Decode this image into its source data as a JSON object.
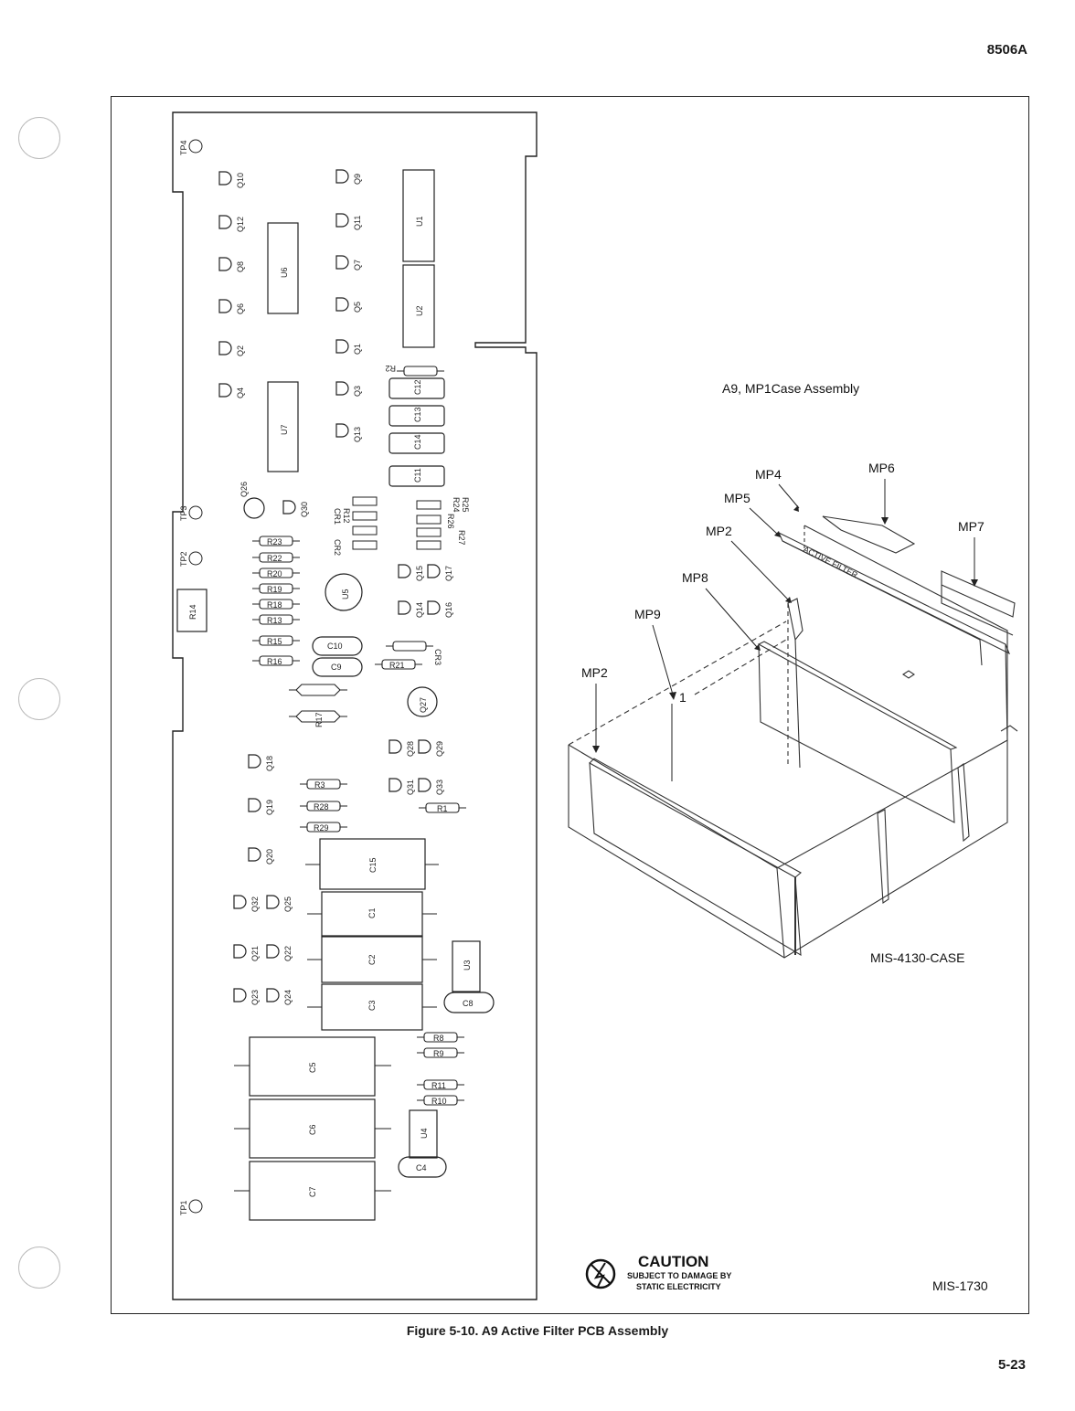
{
  "header": {
    "doc_id": "8506A"
  },
  "footer": {
    "page_number": "5-23",
    "caption": "Figure 5-10. A9 Active Filter PCB Assembly"
  },
  "pcb": {
    "test_points": [
      "TP4",
      "TP3",
      "TP2",
      "TP1"
    ],
    "transistors": [
      "Q10",
      "Q12",
      "Q8",
      "Q6",
      "Q2",
      "Q4",
      "Q9",
      "Q11",
      "Q7",
      "Q5",
      "Q1",
      "Q3",
      "Q13",
      "Q26",
      "Q30",
      "Q15",
      "Q17",
      "Q14",
      "Q16",
      "Q27",
      "Q28",
      "Q29",
      "Q31",
      "Q33",
      "Q18",
      "Q19",
      "Q20",
      "Q32",
      "Q25",
      "Q21",
      "Q22",
      "Q23",
      "Q24"
    ],
    "ics": [
      "U6",
      "U7",
      "U1",
      "U2",
      "U5",
      "U3",
      "U4"
    ],
    "resistors": [
      "R2",
      "R23",
      "R22",
      "R20",
      "R19",
      "R18",
      "R13",
      "R15",
      "R16",
      "R14",
      "R17",
      "R21",
      "R3",
      "R28",
      "R29",
      "R1",
      "R8",
      "R9",
      "R11",
      "R10",
      "R27",
      "R24",
      "R25",
      "R26",
      "R12"
    ],
    "capacitors": [
      "C12",
      "C13",
      "C14",
      "C11",
      "C10",
      "C9",
      "C15",
      "C1",
      "C2",
      "C3",
      "C5",
      "C6",
      "C7",
      "C8",
      "C4"
    ],
    "diodes": [
      "CR1",
      "CR2",
      "CR3"
    ]
  },
  "case_assembly": {
    "title": "A9, MP1Case Assembly",
    "parts": [
      "MP4",
      "MP6",
      "MP5",
      "MP7",
      "MP2",
      "MP8",
      "MP9",
      "MP2"
    ],
    "panel_label": "ACTIVE FILTER",
    "callout_1": "1",
    "drawing_id": "MIS-4130-CASE"
  },
  "caution": {
    "title": "CAUTION",
    "line1": "SUBJECT TO DAMAGE BY",
    "line2": "STATIC ELECTRICITY",
    "icon": "esd-caution-icon"
  },
  "drawing_id": "MIS-1730"
}
